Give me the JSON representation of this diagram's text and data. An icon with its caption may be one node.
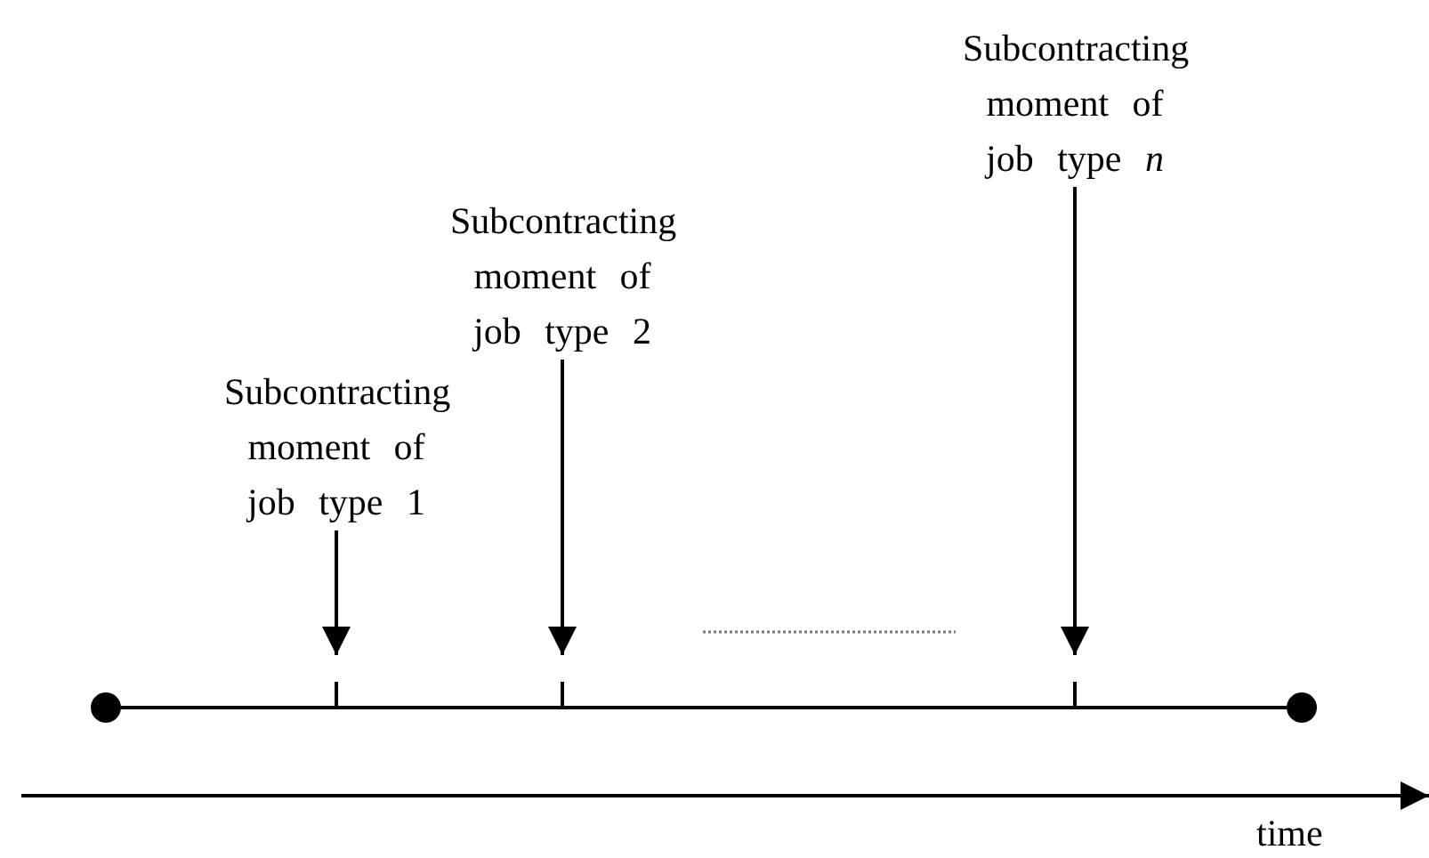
{
  "diagram": {
    "nodes": [
      {
        "text": [
          "Subcontracting moment of job type 1"
        ]
      },
      {
        "text": [
          "Subcontracting moment of job type 2"
        ]
      },
      {
        "text": [
          "Subcontracting moment of job type *n*"
        ]
      },
      {
        "text": [],
        "shape": "circle"
      },
      {
        "text": [],
        "shape": "circle"
      }
    ],
    "edges": [
      {
        "from": 0,
        "to": null,
        "arrow": "to"
      },
      {
        "from": 1,
        "to": null,
        "arrow": "to"
      },
      {
        "from": 2,
        "to": null,
        "arrow": "to"
      },
      {
        "from": 3,
        "to": 4,
        "arrow": "none"
      }
    ],
    "labels": [
      "time"
    ]
  }
}
